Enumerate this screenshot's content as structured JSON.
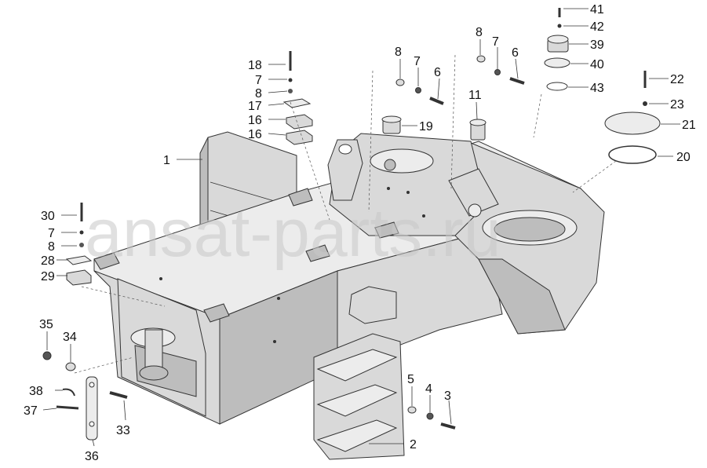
{
  "watermark": "ansat-parts.ru",
  "callouts": [
    {
      "id": "c1",
      "text": "1"
    },
    {
      "id": "c2",
      "text": "2"
    },
    {
      "id": "c3",
      "text": "3"
    },
    {
      "id": "c4",
      "text": "4"
    },
    {
      "id": "c5",
      "text": "5"
    },
    {
      "id": "c6a",
      "text": "6"
    },
    {
      "id": "c6b",
      "text": "6"
    },
    {
      "id": "c7a",
      "text": "7"
    },
    {
      "id": "c7b",
      "text": "7"
    },
    {
      "id": "c7c",
      "text": "7"
    },
    {
      "id": "c7d",
      "text": "7"
    },
    {
      "id": "c8a",
      "text": "8"
    },
    {
      "id": "c8b",
      "text": "8"
    },
    {
      "id": "c8c",
      "text": "8"
    },
    {
      "id": "c8d",
      "text": "8"
    },
    {
      "id": "c11",
      "text": "11"
    },
    {
      "id": "c16a",
      "text": "16"
    },
    {
      "id": "c16b",
      "text": "16"
    },
    {
      "id": "c17",
      "text": "17"
    },
    {
      "id": "c18",
      "text": "18"
    },
    {
      "id": "c19",
      "text": "19"
    },
    {
      "id": "c20",
      "text": "20"
    },
    {
      "id": "c21",
      "text": "21"
    },
    {
      "id": "c22",
      "text": "22"
    },
    {
      "id": "c23",
      "text": "23"
    },
    {
      "id": "c28",
      "text": "28"
    },
    {
      "id": "c29",
      "text": "29"
    },
    {
      "id": "c30",
      "text": "30"
    },
    {
      "id": "c33",
      "text": "33"
    },
    {
      "id": "c34",
      "text": "34"
    },
    {
      "id": "c35",
      "text": "35"
    },
    {
      "id": "c36",
      "text": "36"
    },
    {
      "id": "c37",
      "text": "37"
    },
    {
      "id": "c38",
      "text": "38"
    },
    {
      "id": "c39",
      "text": "39"
    },
    {
      "id": "c40",
      "text": "40"
    },
    {
      "id": "c41",
      "text": "41"
    },
    {
      "id": "c42",
      "text": "42"
    },
    {
      "id": "c43",
      "text": "43"
    }
  ]
}
